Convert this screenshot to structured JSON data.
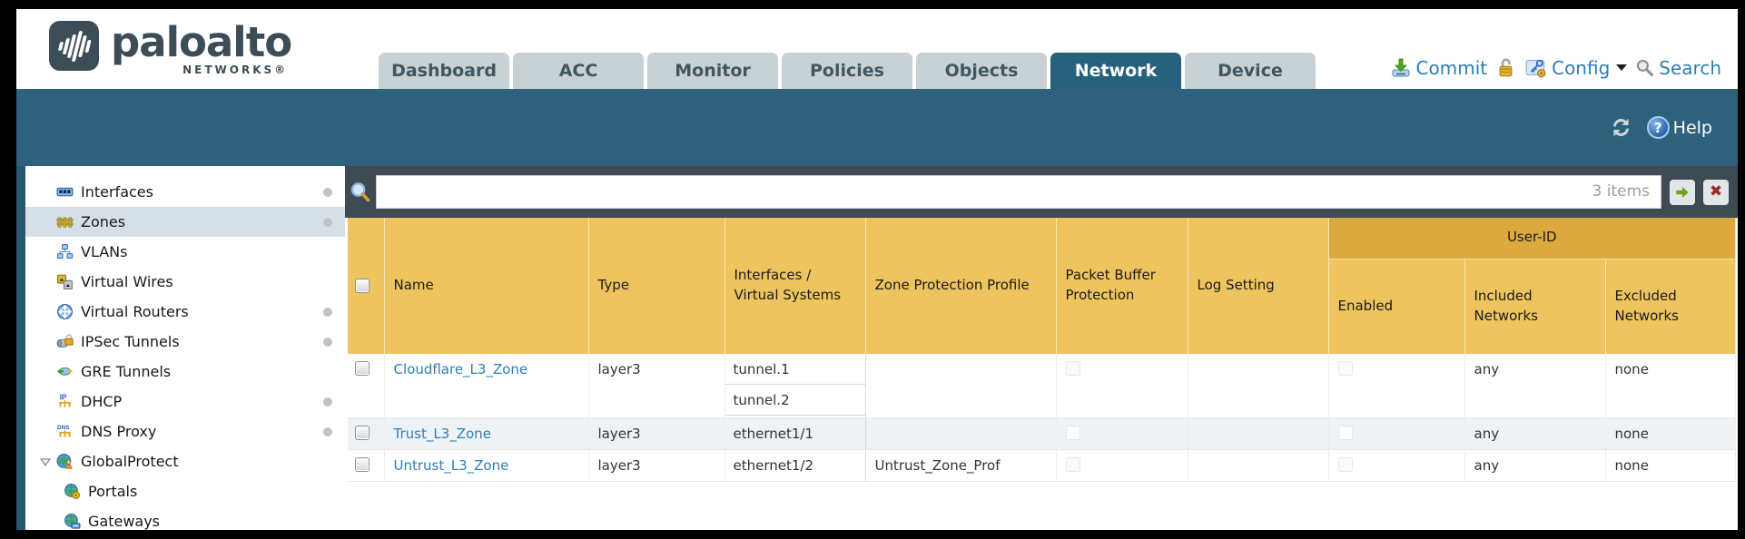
{
  "colors": {
    "banner_teal": "#2e617c",
    "active_tab": "#26617e",
    "inactive_tab": "#c8d2d5",
    "table_header": "#eec45f",
    "table_group_header": "#dca93e",
    "search_strip": "#3f4b53",
    "selected_sidebar_item": "#d5dfe5",
    "row_alternate": "#eef2f5",
    "link_blue": "#2e7fb2"
  },
  "brand": {
    "wordmark": "paloalto",
    "sub": "NETWORKS®"
  },
  "nav_tabs": [
    {
      "label": "Dashboard"
    },
    {
      "label": "ACC"
    },
    {
      "label": "Monitor"
    },
    {
      "label": "Policies"
    },
    {
      "label": "Objects"
    },
    {
      "label": "Network",
      "active": true
    },
    {
      "label": "Device"
    }
  ],
  "utilities": {
    "commit_label": "Commit",
    "config_label": "Config",
    "search_label": "Search"
  },
  "banner": {
    "help_label": "Help"
  },
  "sidebar": {
    "items": [
      {
        "label": "Interfaces",
        "icon": "interfaces-icon",
        "dot": true
      },
      {
        "label": "Zones",
        "icon": "zones-icon",
        "dot": true,
        "selected": true
      },
      {
        "label": "VLANs",
        "icon": "vlans-icon"
      },
      {
        "label": "Virtual Wires",
        "icon": "virtual-wires-icon"
      },
      {
        "label": "Virtual Routers",
        "icon": "virtual-routers-icon",
        "dot": true
      },
      {
        "label": "IPSec Tunnels",
        "icon": "ipsec-tunnels-icon",
        "dot": true
      },
      {
        "label": "GRE Tunnels",
        "icon": "gre-tunnels-icon"
      },
      {
        "label": "DHCP",
        "icon": "dhcp-icon",
        "dot": true
      },
      {
        "label": "DNS Proxy",
        "icon": "dns-proxy-icon",
        "dot": true
      },
      {
        "label": "GlobalProtect",
        "icon": "globalprotect-icon",
        "expandable": true,
        "expanded": true
      },
      {
        "label": "Portals",
        "icon": "portals-icon",
        "child": true
      },
      {
        "label": "Gateways",
        "icon": "gateways-icon",
        "child": true
      }
    ]
  },
  "toolbar": {
    "items_count": "3 items"
  },
  "table": {
    "group_header": "User-ID",
    "columns": [
      "Name",
      "Type",
      "Interfaces / Virtual Systems",
      "Zone Protection Profile",
      "Packet Buffer Protection",
      "Log Setting",
      "Enabled",
      "Included Networks",
      "Excluded Networks"
    ],
    "rows": [
      {
        "name": "Cloudflare_L3_Zone",
        "type": "layer3",
        "interfaces": [
          "tunnel.1",
          "tunnel.2"
        ],
        "zone_protection_profile": "",
        "packet_buffer_protection": false,
        "log_setting": "",
        "user_id_enabled": false,
        "included_networks": "any",
        "excluded_networks": "none"
      },
      {
        "name": "Trust_L3_Zone",
        "type": "layer3",
        "interfaces": [
          "ethernet1/1"
        ],
        "zone_protection_profile": "",
        "packet_buffer_protection": false,
        "log_setting": "",
        "user_id_enabled": false,
        "included_networks": "any",
        "excluded_networks": "none"
      },
      {
        "name": "Untrust_L3_Zone",
        "type": "layer3",
        "interfaces": [
          "ethernet1/2"
        ],
        "zone_protection_profile": "Untrust_Zone_Prof",
        "packet_buffer_protection": false,
        "log_setting": "",
        "user_id_enabled": false,
        "included_networks": "any",
        "excluded_networks": "none"
      }
    ]
  }
}
